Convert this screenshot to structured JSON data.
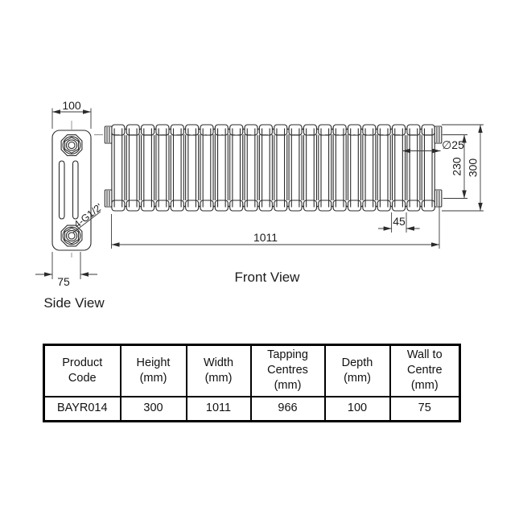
{
  "side_view": {
    "label": "Side View",
    "dim_depth": "100",
    "dim_wall_to_centre": "75",
    "connection_label": "4-G1/2'"
  },
  "front_view": {
    "label": "Front View",
    "sections": 22,
    "dim_width": "1011",
    "dim_section_pitch": "45",
    "dim_pipe_diameter": "∅25",
    "dim_tapping_centres": "230",
    "dim_height": "300"
  },
  "table": {
    "headers": [
      [
        "Product",
        "Code"
      ],
      [
        "Height",
        "(mm)"
      ],
      [
        "Width",
        "(mm)"
      ],
      [
        "Tapping",
        "Centres",
        "(mm)"
      ],
      [
        "Depth",
        "(mm)"
      ],
      [
        "Wall to",
        "Centre",
        "(mm)"
      ]
    ],
    "row": [
      "BAYR014",
      "300",
      "1011",
      "966",
      "100",
      "75"
    ]
  },
  "colors": {
    "background": "#ffffff",
    "line": "#2b2b2b",
    "dimension_line": "#3a3a3a",
    "text": "#1c1c1c",
    "table_border": "#000000"
  }
}
